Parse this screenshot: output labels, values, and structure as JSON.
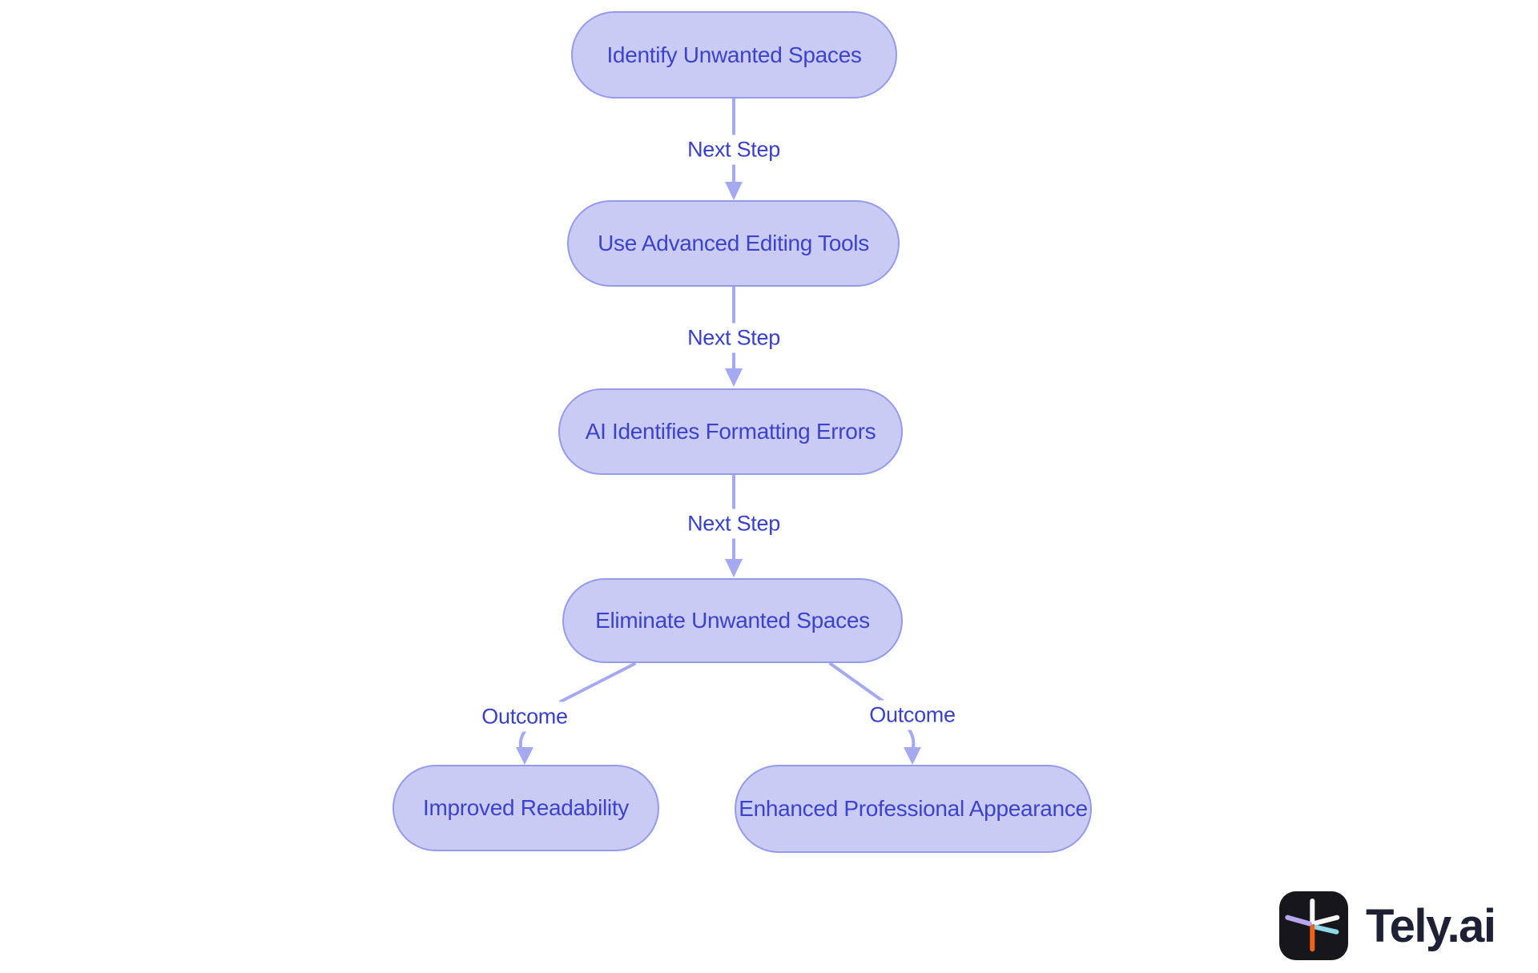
{
  "diagram": {
    "type": "flowchart",
    "nodes": [
      {
        "id": "identify",
        "label": "Identify Unwanted Spaces"
      },
      {
        "id": "tools",
        "label": "Use Advanced Editing Tools"
      },
      {
        "id": "ai",
        "label": "AI Identifies Formatting Errors"
      },
      {
        "id": "eliminate",
        "label": "Eliminate Unwanted Spaces"
      },
      {
        "id": "readability",
        "label": "Improved Readability"
      },
      {
        "id": "appearance",
        "label": "Enhanced Professional Appearance"
      }
    ],
    "edges": [
      {
        "from": "identify",
        "to": "tools",
        "label": "Next Step"
      },
      {
        "from": "tools",
        "to": "ai",
        "label": "Next Step"
      },
      {
        "from": "ai",
        "to": "eliminate",
        "label": "Next Step"
      },
      {
        "from": "eliminate",
        "to": "readability",
        "label": "Outcome"
      },
      {
        "from": "eliminate",
        "to": "appearance",
        "label": "Outcome"
      }
    ],
    "colors": {
      "background": "#ffffff",
      "node_fill": "#c9cbf4",
      "node_border": "#959be8",
      "node_text": "#3d43c9",
      "edge_line": "#a5aaf0",
      "edge_label_text": "#3b41c6",
      "logo_bg": "#17171b",
      "logo_text": "#1d2133",
      "star_white": "#f7f7f7",
      "star_lavender": "#b9a7ef",
      "star_cyan": "#8fd8e6",
      "star_orange": "#f4611a"
    }
  },
  "branding": {
    "logo_text": "Tely.ai",
    "icon": "tely-star-icon"
  }
}
